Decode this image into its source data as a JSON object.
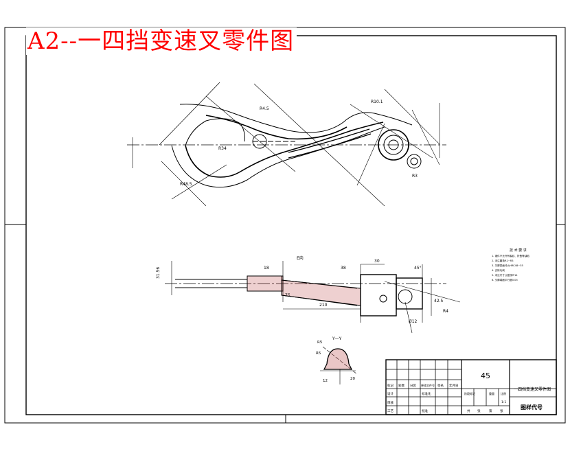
{
  "title": "A2--一四挡变速叉零件图",
  "material": "45",
  "part_name": "一四挡变速叉零件图",
  "drawing_code_label": "图样代号",
  "section_label": "Y—Y",
  "view_label": "E向",
  "dims_top": {
    "r1": "R48.5",
    "r2": "R4.5",
    "r3": "R34",
    "r4": "R10.1",
    "r5": "R3"
  },
  "dims_front": {
    "d1": "31.56",
    "d2": "18",
    "d3": "75",
    "d4": "210",
    "d5": "30",
    "d6": "38",
    "d7": "45°",
    "d8": "Ø12",
    "d9": "42.5",
    "d10": "R4"
  },
  "dims_section": {
    "s1": "R5",
    "s2": "R5",
    "s3": "12",
    "s4": "20"
  },
  "tech_req": {
    "title": "技 术 要 求",
    "items": [
      "1. 锻件不允许有裂纹、折叠等缺陷",
      "2. 未注圆角R1~R3",
      "3. 叉脚表面淬火HRC48~55",
      "4. 去除毛刺",
      "5. 未注尺寸公差按IT14",
      "6. 叉脚端面平行度0.05"
    ]
  },
  "title_block": {
    "labels": [
      "标记",
      "处数",
      "分区",
      "更改文件号",
      "签名",
      "年月日"
    ],
    "row_labels": [
      "设计",
      "审核",
      "工艺"
    ],
    "std": "标准化",
    "approve": "批准",
    "stage_labels": [
      "阶段标记",
      "重量",
      "比例"
    ],
    "scale": "1:1",
    "sheet_labels": [
      "共",
      "张",
      "第",
      "张"
    ]
  }
}
